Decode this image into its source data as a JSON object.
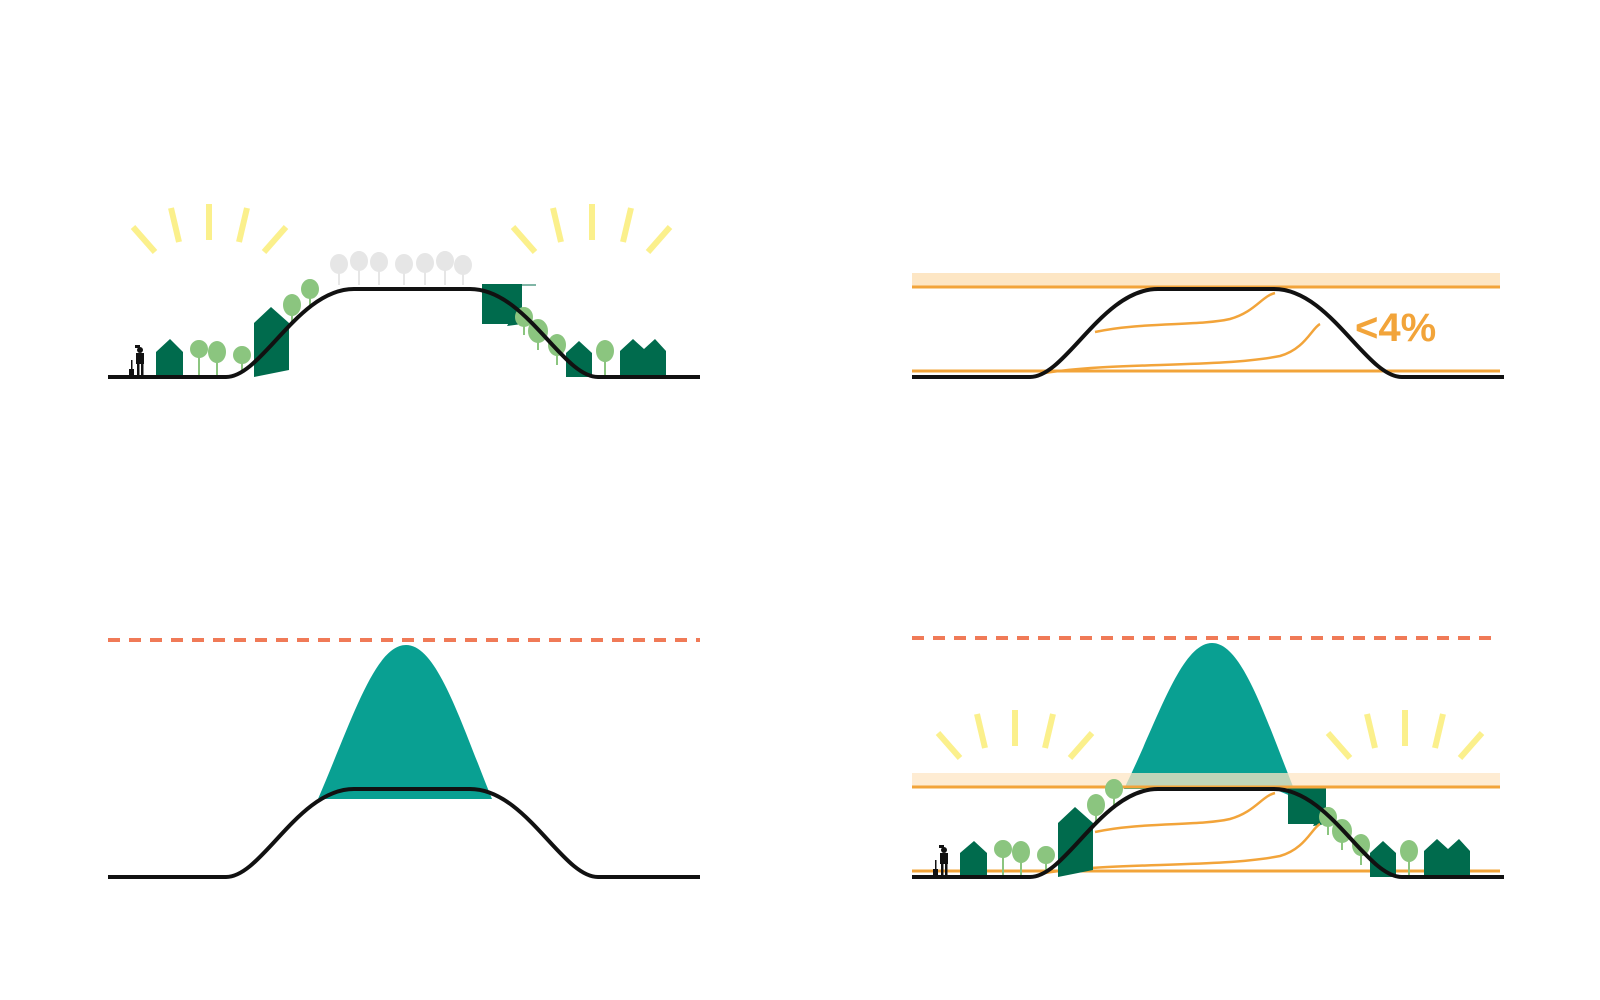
{
  "panels": [
    {
      "id": "panel-1",
      "description_free": true
    },
    {
      "id": "panel-2",
      "slope_label": "<4%"
    },
    {
      "id": "panel-3"
    },
    {
      "id": "panel-4"
    }
  ],
  "colors": {
    "ground": "#111111",
    "sun_rays": "#fbf08c",
    "house": "#006b4d",
    "tree_light": "#8bc57f",
    "tree_faded": "#e6e6e6",
    "slope_band": "#fde6c4",
    "slope_line": "#f2a43a",
    "hill_fill": "#09a092",
    "limit_dash": "#f07a57"
  },
  "icons": [
    "sun-rays-icon",
    "house-icon",
    "tree-icon",
    "person-icon"
  ]
}
